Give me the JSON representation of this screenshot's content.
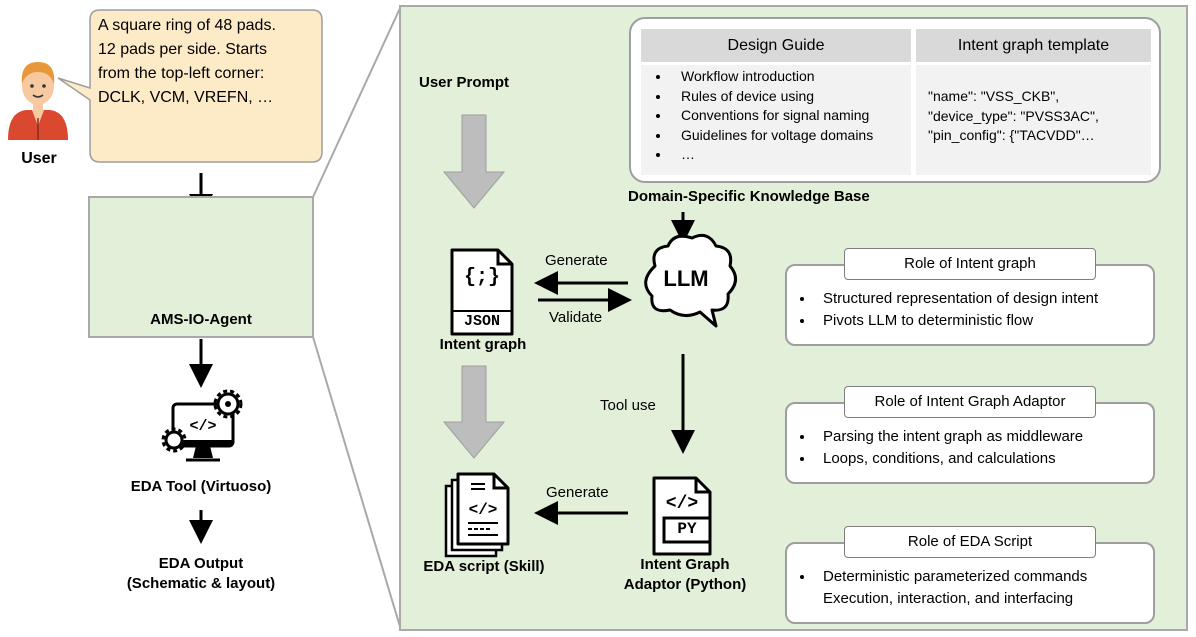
{
  "user": {
    "label": "User",
    "prompt_lines": [
      "A square ring of 48 pads.",
      "12 pads per side. Starts",
      "from the top-left corner:",
      "DCLK, VCM, VREFN, …"
    ]
  },
  "left_flow": {
    "agent_label": "AMS-IO-Agent",
    "eda_tool_label": "EDA Tool (Virtuoso)",
    "eda_output_line1": "EDA Output",
    "eda_output_line2": "(Schematic & layout)"
  },
  "panel": {
    "user_prompt_label": "User Prompt",
    "knowledge_base": {
      "caption": "Domain-Specific Knowledge Base",
      "design_guide_header": "Design Guide",
      "design_guide_items": [
        "Workflow introduction",
        "Rules of device using",
        "Conventions for signal naming",
        "Guidelines for voltage domains",
        "…"
      ],
      "template_header": "Intent graph template",
      "template_lines": [
        "\"name\": \"VSS_CKB\",",
        "\"device_type\": \"PVSS3AC\",",
        "\"pin_config\": {\"TACVDD\"…"
      ]
    },
    "intent_graph": {
      "icon_text": "{;}",
      "json_label": "JSON",
      "label": "Intent graph"
    },
    "llm_label": "LLM",
    "generate_label": "Generate",
    "validate_label": "Validate",
    "tool_use_label": "Tool use",
    "generate2_label": "Generate",
    "eda_script_label": "EDA script (Skill)",
    "adaptor": {
      "icon_text": "PY",
      "label_line1": "Intent Graph",
      "label_line2": "Adaptor (Python)"
    },
    "roles": [
      {
        "title": "Role of Intent graph",
        "items": [
          {
            "text": "Structured representation of design intent",
            "bullet": true
          },
          {
            "text": "Pivots LLM to deterministic  flow",
            "bullet": true
          }
        ]
      },
      {
        "title": "Role of Intent Graph Adaptor",
        "items": [
          {
            "text": "Parsing the intent graph as middleware",
            "bullet": true
          },
          {
            "text": "Loops, conditions, and calculations",
            "bullet": true
          }
        ]
      },
      {
        "title": "Role of EDA Script",
        "items": [
          {
            "text": "Deterministic parameterized commands",
            "bullet": true
          },
          {
            "text": "Execution, interaction, and interfacing",
            "bullet": false
          }
        ]
      }
    ]
  },
  "colors": {
    "panel_fill": "#e2efd9",
    "bubble_fill": "#fdebc8",
    "gray_arrow": "#bdbdbd",
    "avatar_shirt": "#d9482f",
    "avatar_skin": "#f6c9a0",
    "avatar_hair": "#e8973a",
    "robot_antenna": "#2ecc71"
  }
}
